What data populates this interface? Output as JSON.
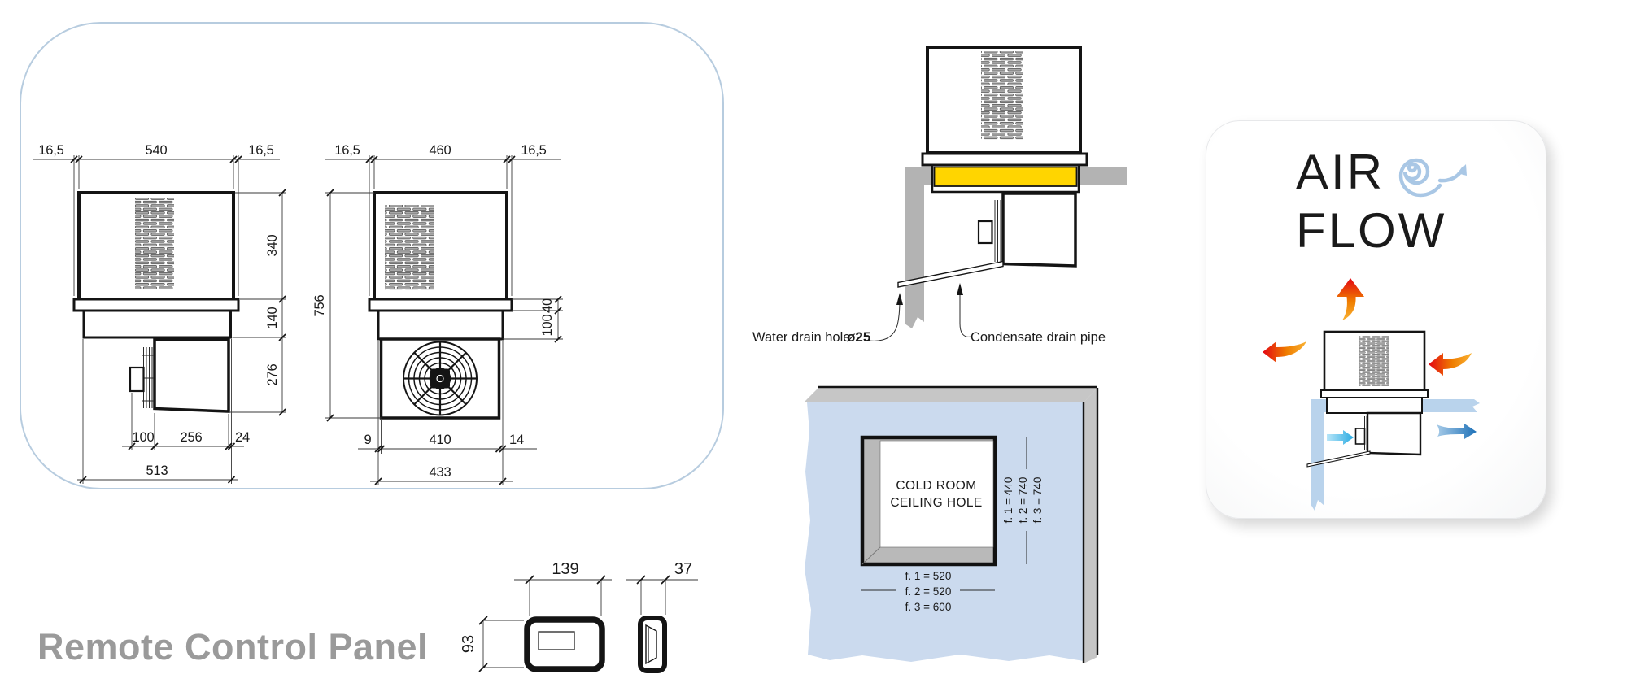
{
  "drawing1": {
    "dims_top": [
      "16,5",
      "540",
      "16,5"
    ],
    "dims_right": [
      "340",
      "140",
      "276"
    ],
    "dims_bottom": [
      "100",
      "256",
      "24"
    ],
    "dim_total": "513"
  },
  "drawing2": {
    "dims_top": [
      "16,5",
      "460",
      "16,5"
    ],
    "dim_height_total": "756",
    "dims_right": [
      "40",
      "100"
    ],
    "dims_bottom": [
      "9",
      "410",
      "14"
    ],
    "dim_total": "433"
  },
  "installation": {
    "water_drain_label": "Water drain hole",
    "water_drain_size": "ø25",
    "condensate_label": "Condensate drain pipe"
  },
  "ceiling_hole": {
    "title_line1": "COLD ROOM",
    "title_line2": "CEILING HOLE",
    "height_dims": [
      "f. 1 = 440",
      "f. 2 = 740",
      "f. 3 = 740"
    ],
    "width_dims": [
      "f. 1 = 520",
      "f. 2 = 520",
      "f. 3 = 600"
    ]
  },
  "airflow": {
    "title_line1": "AIR",
    "title_line2": "FLOW"
  },
  "remote_panel": {
    "title": "Remote Control Panel",
    "dim_width": "139",
    "dim_depth": "37",
    "dim_height": "93"
  },
  "colors": {
    "accent_yellow": "#FFD500",
    "ceiling_blue": "#CBDAEE",
    "wall_gray": "#B3B3B3",
    "title_gray": "#9B9B9B",
    "panel_border": "#B7CCDF",
    "spiral_blue": "#A9C7E5",
    "hot_arrow_start": "#F9B233",
    "hot_arrow_end": "#E30613",
    "cold_arrow_dark": "#1D71B8",
    "cold_arrow_light": "#45C3F0"
  }
}
